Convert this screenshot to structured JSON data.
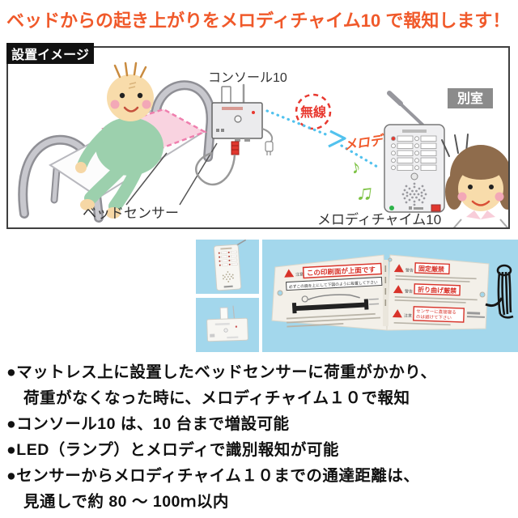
{
  "title": "ベッドからの起き上がりをメロディチャイム10 で報知します！",
  "diagram": {
    "box_label": "設置イメージ",
    "console_label": "コンソール10",
    "wireless_label": "無線",
    "bed_sensor_label": "ベッドセンサー",
    "melody_label": "メロディ",
    "notes": {
      "note1": "♪",
      "note2": "♫"
    },
    "chime_label": "メロディチャイム10",
    "room_label": "別室"
  },
  "photo": {
    "mat_warnings": {
      "caution": "注意",
      "warning": "警告",
      "banner": "この印刷面が上面です",
      "instruction": "必ずこの面を上にして下図のように設置して下さい",
      "stamp1": "固定厳禁",
      "stamp2": "折り曲げ厳禁",
      "stamp3_line1": "センサーに直接寝る",
      "stamp3_line2": "のは避けて下さい"
    }
  },
  "features": [
    {
      "text": "●マットレス上に設置したベッドセンサーに荷重がかかり、",
      "indent": false
    },
    {
      "text": "荷重がなくなった時に、メロディチャイム１０で報知",
      "indent": true
    },
    {
      "text": "●コンソール10 は、10 台まで増設可能",
      "indent": false
    },
    {
      "text": "●LED（ランプ）とメロディで識別報知が可能",
      "indent": false
    },
    {
      "text": "●センサーからメロディチャイム１０までの通達距離は、",
      "indent": false
    },
    {
      "text": "見通しで約 80 〜 100ｍ以内",
      "indent": true
    }
  ],
  "colors": {
    "title_orange": "#f0592a",
    "wireless_blue": "#52c2ee",
    "alert_red": "#e8382f",
    "note_green": "#7cc242",
    "photo_bg_blue": "#a3d7ec",
    "room_badge_gray": "#8b8b8b"
  }
}
